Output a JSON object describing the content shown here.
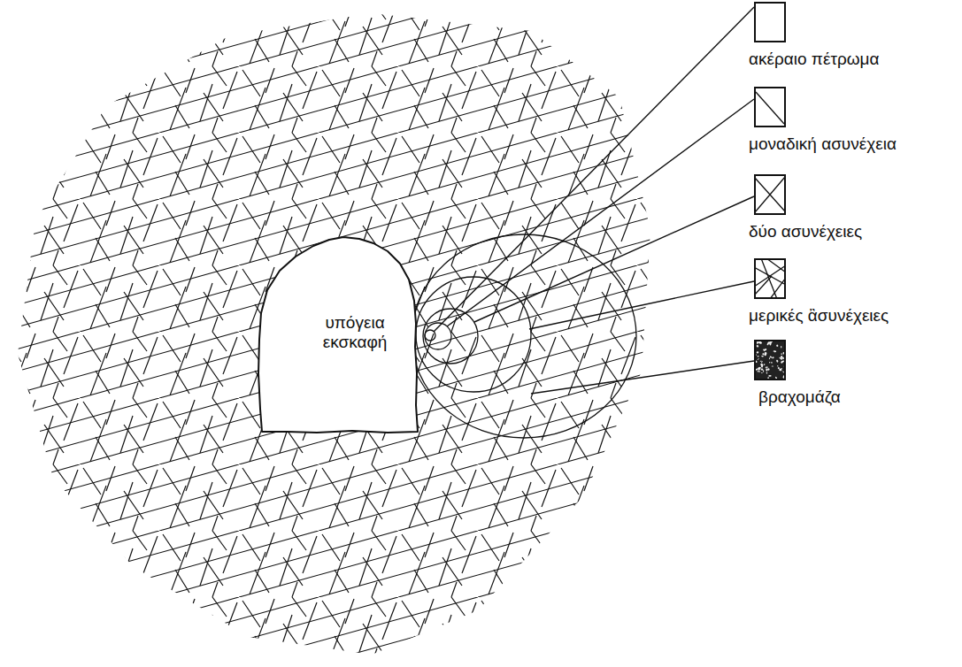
{
  "diagram": {
    "nodes": [
      {
        "text": [
          "υπόγεια εκσκαφή"
        ]
      },
      {
        "text": [
          "ακέραιο πέτρωμα"
        ]
      },
      {
        "text": [
          "μοναδική ασυνέχεια"
        ]
      },
      {
        "text": [
          "δύο ασυνέχειες"
        ]
      },
      {
        "text": [
          "μερικές ἂσυνέχειες"
        ]
      },
      {
        "text": [
          "βραχομάζα"
        ]
      }
    ]
  }
}
